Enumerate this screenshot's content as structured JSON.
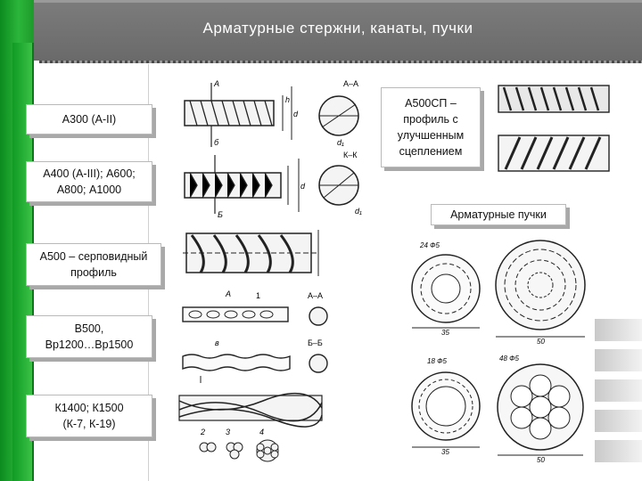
{
  "title": "Арматурные стержни, канаты, пучки",
  "labels": {
    "a300": "А300 (А-II)",
    "a400_line1": "А400 (А-III); А600;",
    "a400_line2": "А800; А1000",
    "a500_line1": "А500 – серповидный",
    "a500_line2": "профиль",
    "b500_line1": "В500,",
    "b500_line2": "Вр1200…Вр1500",
    "k1400_line1": "К1400; К1500",
    "k1400_line2": "(К-7, К-19)",
    "a500sp_line1": "А500СП –",
    "a500sp_line2": "профиль с",
    "a500sp_line3": "улучшенным",
    "a500sp_line4": "сцеплением",
    "bundles": "Арматурные пучки"
  },
  "drawing_marks": {
    "a_a": "А–А",
    "b_b": "Б–Б",
    "k_k": "К–К",
    "a": "А",
    "b": "Б",
    "d": "d",
    "d1": "d₁",
    "h": "h",
    "one": "1",
    "two": "2",
    "three": "3",
    "four": "4",
    "b1": "б",
    "b2": "в"
  },
  "bundle_marks": {
    "b1_top": "24 Ф5",
    "b1_dim": "35",
    "b2_dim": "50",
    "b3_top": "18 Ф5",
    "b3_dim": "35",
    "b4_top": "48 Ф5",
    "b4_dim": "50"
  }
}
